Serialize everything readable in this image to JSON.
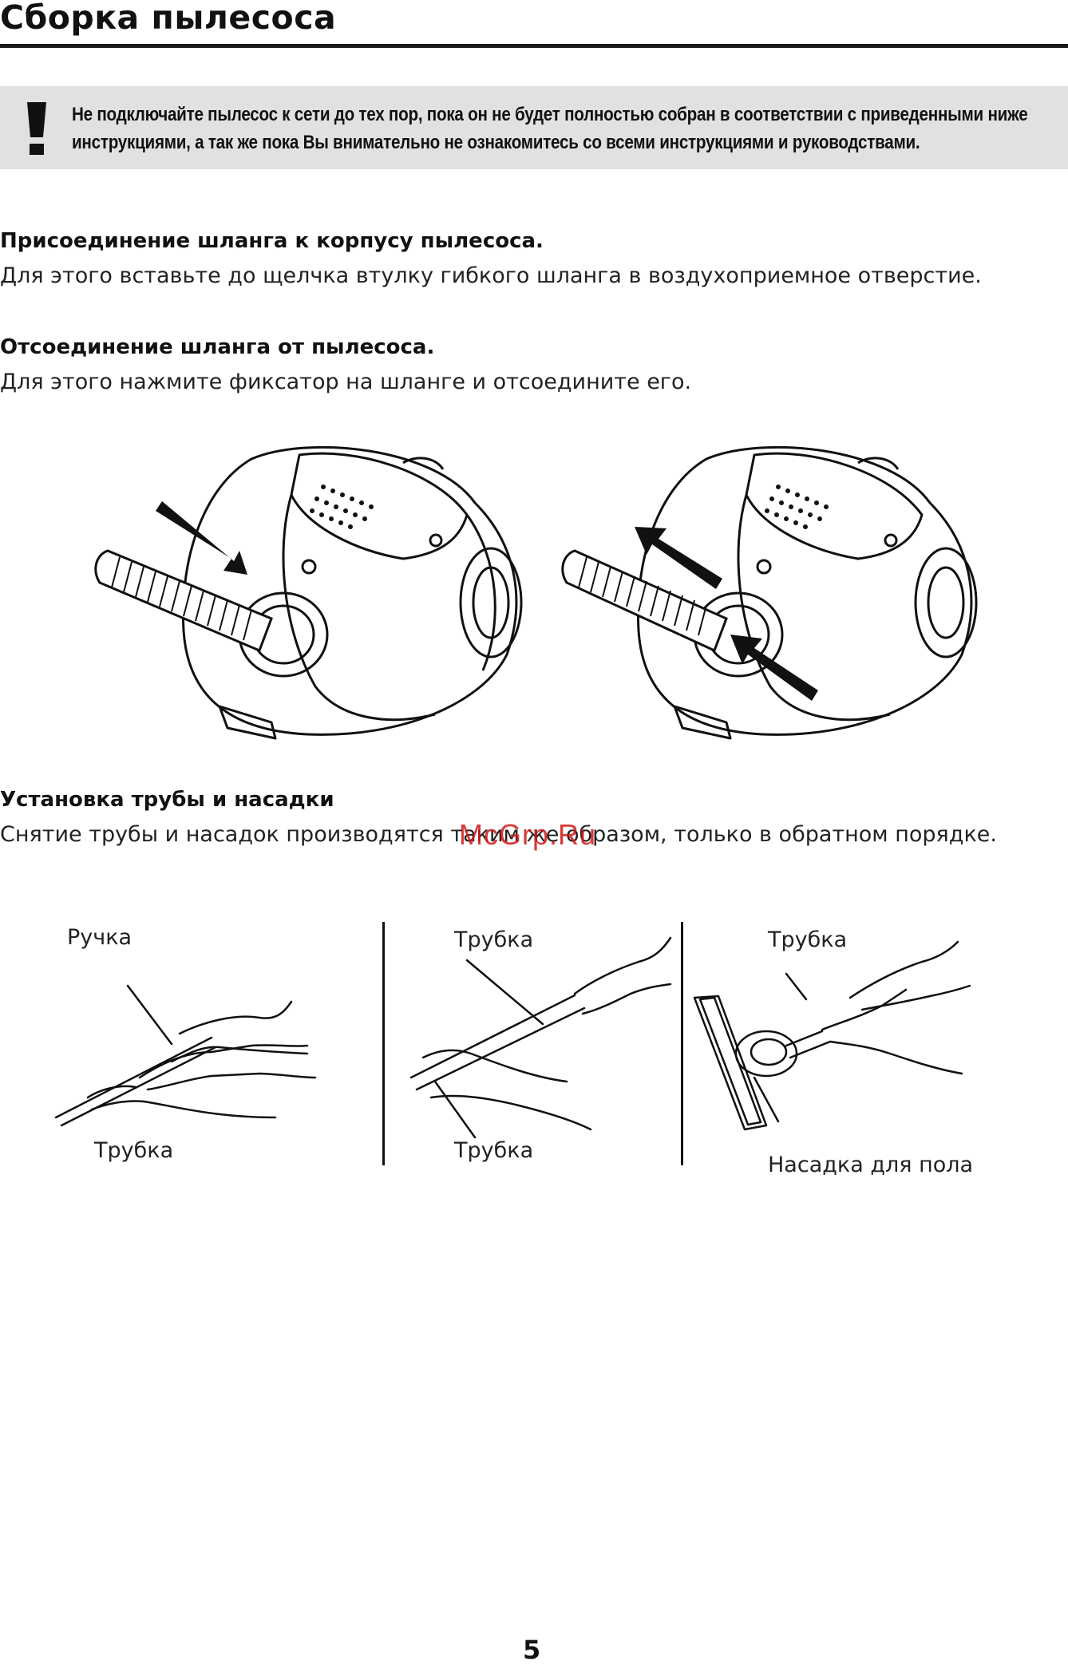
{
  "page": {
    "title": "Сборка пылесоса",
    "number": "5"
  },
  "warning": {
    "icon": "exclamation-icon",
    "text": "Не подключайте пылесос к сети до тех пор, пока он не будет полностью собран в соответствии с приведенными ниже инструкциями, а так же пока Вы внимательно не ознакомитесь со всеми инструкциями и руководствами."
  },
  "sections": [
    {
      "heading": "Присоединение шланга к корпусу пылесоса.",
      "text": "Для этого вставьте до щелчка втулку гибкого шланга в воздухоприемное отверстие."
    },
    {
      "heading": "Отсоединение шланга от пылесоса.",
      "text": "Для этого нажмите фиксатор на шланге и отсоедините его."
    },
    {
      "heading": "Установка трубы и насадки",
      "text": "Снятие трубы и насадок производятся таким же образом, только в обратном порядке."
    }
  ],
  "figures": {
    "left": {
      "label_top": "Ручка",
      "label_bottom": "Трубка"
    },
    "middle": {
      "label_top": "Трубка",
      "label_bottom": "Трубка"
    },
    "right": {
      "label_top": "Трубка",
      "label_bottom": "Насадка для пола"
    }
  },
  "watermark": "McGrp.Ru"
}
